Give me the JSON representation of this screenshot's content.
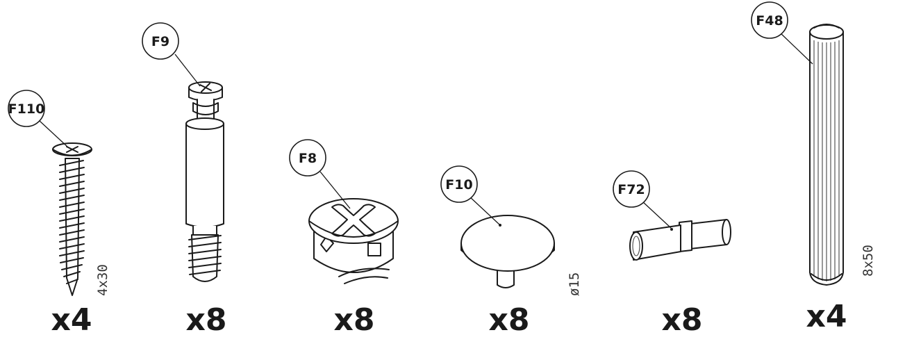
{
  "parts": [
    {
      "id": "F110",
      "quantity": "x4",
      "dimension": "4x30"
    },
    {
      "id": "F9",
      "quantity": "x8",
      "dimension": ""
    },
    {
      "id": "F8",
      "quantity": "x8",
      "dimension": ""
    },
    {
      "id": "F10",
      "quantity": "x8",
      "dimension": "ø15"
    },
    {
      "id": "F72",
      "quantity": "x8",
      "dimension": ""
    },
    {
      "id": "F48",
      "quantity": "x4",
      "dimension": "8x50"
    }
  ]
}
